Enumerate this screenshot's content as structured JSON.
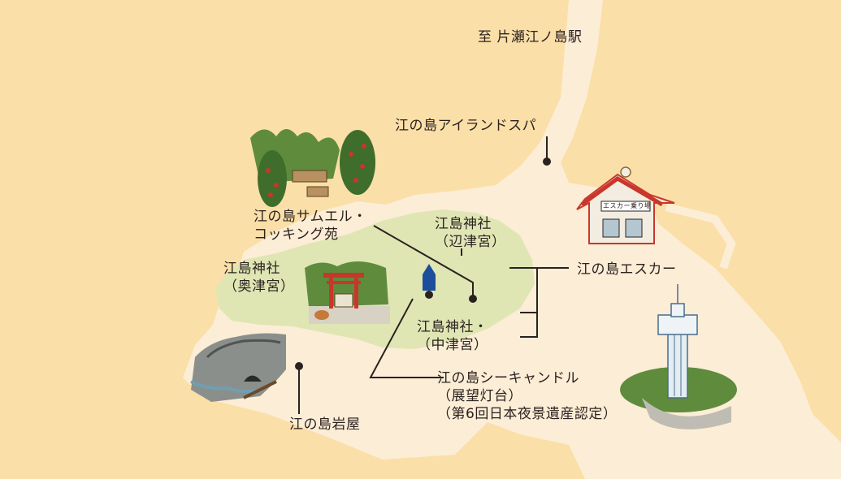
{
  "colors": {
    "sea": "#fbdfa8",
    "land": "#fcedd6",
    "island_green": "#dfe6b4",
    "text": "#2b2220",
    "torii_red": "#c9362b",
    "lighthouse_blue": "#1d4e9c",
    "tree_green": "#5f8c3c"
  },
  "direction_label": "至 片瀬江ノ島駅",
  "places": {
    "spa": {
      "name": "江の島アイランドスパ"
    },
    "samuel": {
      "line1": "江の島サムエル・",
      "line2": "コッキング苑"
    },
    "hetsumiya": {
      "line1": "江島神社",
      "line2": "（辺津宮）"
    },
    "okutsumiya": {
      "line1": "江島神社",
      "line2": "（奥津宮）"
    },
    "nakatsumiya": {
      "line1": "江島神社・",
      "line2": "（中津宮）"
    },
    "escar": {
      "name": "江の島エスカー"
    },
    "sea_candle": {
      "line1": "江の島シーキャンドル",
      "line2": "（展望灯台）",
      "line3": "（第6回日本夜景遺産認定）"
    },
    "iwaya": {
      "name": "江の島岩屋"
    }
  },
  "illustrations": {
    "escar_sign": "エスカー乗り場"
  },
  "icons": [
    "garden-illustration",
    "torii-shrine-illustration",
    "cave-illustration",
    "escar-station-illustration",
    "lighthouse-illustration",
    "lighthouse-marker-icon"
  ]
}
